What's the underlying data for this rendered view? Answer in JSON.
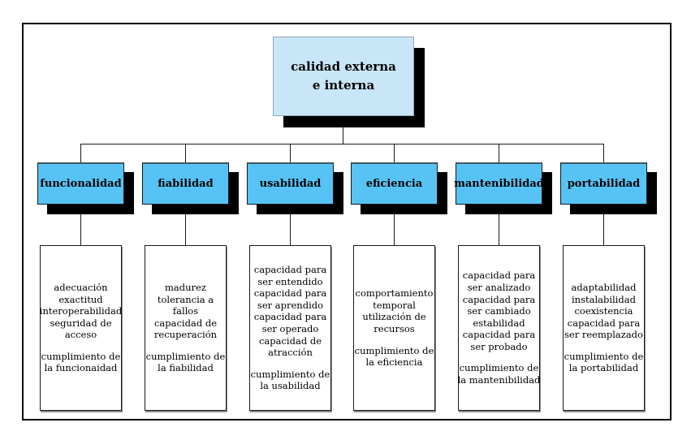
{
  "diagram": {
    "root": {
      "title_lines": [
        "calidad externa",
        "e interna"
      ]
    },
    "branches": [
      {
        "label": "funcionalidad",
        "lines": [
          "adecuación",
          "exactitud",
          "interoperabilidad",
          "seguridad de",
          "acceso",
          "",
          "cumplimiento de",
          "la funcionaidad"
        ]
      },
      {
        "label": "fiabilidad",
        "lines": [
          "madurez",
          "tolerancia a",
          "fallos",
          "capacidad de",
          "recuperación",
          "",
          "cumplimiento de",
          "la fiabilidad"
        ]
      },
      {
        "label": "usabilidad",
        "lines": [
          "capacidad para",
          "ser entendido",
          "capacidad para",
          "ser aprendido",
          "capacidad para",
          "ser operado",
          "capacidad de",
          "atracción",
          "",
          "cumplimiento de",
          "la usabilidad"
        ]
      },
      {
        "label": "eficiencia",
        "lines": [
          "comportamiento",
          "temporal",
          "utilización de",
          "recursos",
          "",
          "cumplimiento de",
          "la eficiencia"
        ]
      },
      {
        "label": "mantenibilidad",
        "lines": [
          "capacidad para",
          "ser analizado",
          "capacidad para",
          "ser cambiado",
          "estabilidad",
          "capacidad para",
          "ser probado",
          "",
          "cumplimiento de",
          "la mantenibilidad"
        ]
      },
      {
        "label": "portabilidad",
        "lines": [
          "adaptabilidad",
          "instalabilidad",
          "coexistencia",
          "capacidad para",
          "ser reemplazado",
          "",
          "cumplimiento de",
          "la portabilidad"
        ]
      }
    ]
  },
  "colors": {
    "root_fill": "#c9e5f8",
    "branch_fill": "#57c3f5",
    "shadow": "#000000",
    "line": "#1a1a1a"
  }
}
